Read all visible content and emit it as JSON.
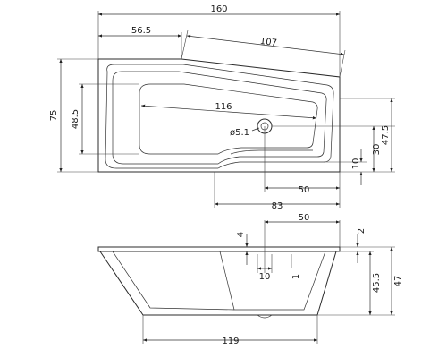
{
  "top_view": {
    "overall_width": "160",
    "left_segment": "56.5",
    "slant_length": "107",
    "overall_depth": "75",
    "inner_depth": "48.5",
    "inner_length": "116",
    "drain_diameter": "ø5.1",
    "drain_to_right": "50",
    "drain_to_front": "30",
    "right_depth": "47.5",
    "front_offset": "10",
    "front_length": "83"
  },
  "side_view": {
    "top_offset_right": "50",
    "rim_offset_left": "4",
    "rim_offset_right": "2",
    "drain_width": "10",
    "drain_depth": "1",
    "inner_height": "45.5",
    "outer_height": "47",
    "bottom_length": "119"
  },
  "colors": {
    "line": "#2b2b2b",
    "text": "#1a1a1a",
    "background": "#ffffff"
  }
}
